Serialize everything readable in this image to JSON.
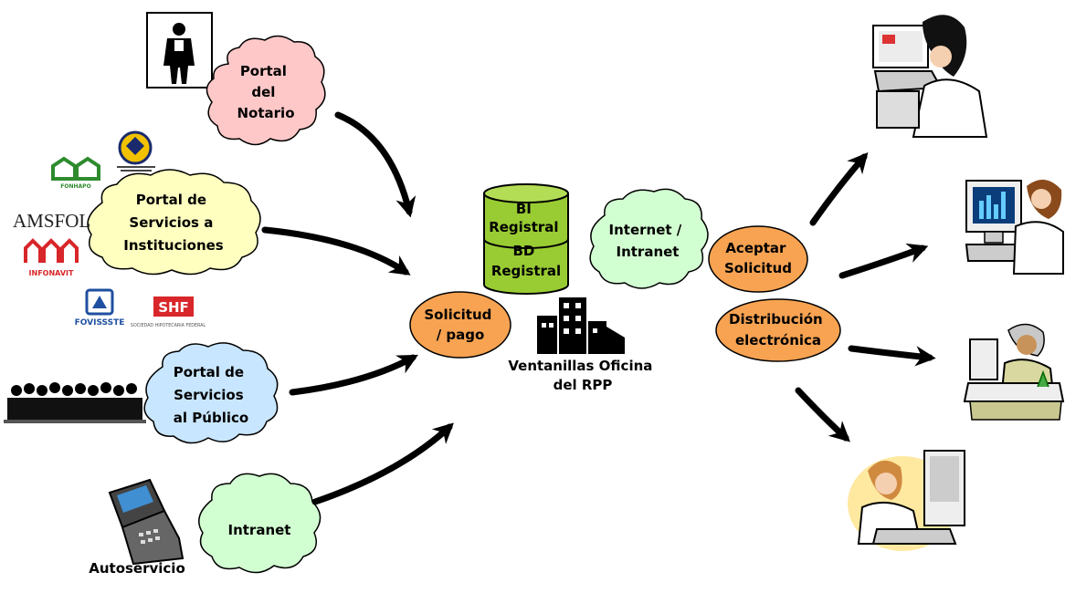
{
  "clouds": {
    "notario": {
      "lines": [
        "Portal",
        "del",
        "Notario"
      ]
    },
    "instituciones": {
      "lines": [
        "Portal de",
        "Servicios a",
        "Instituciones"
      ]
    },
    "publico": {
      "lines": [
        "Portal de",
        "Servicios",
        "al Público"
      ]
    },
    "intranet_left": {
      "lines": [
        "Intranet"
      ]
    },
    "internet_intranet": {
      "lines": [
        "Internet /",
        "Intranet"
      ]
    }
  },
  "ovals": {
    "solicitud": {
      "lines": [
        "Solicitud",
        "/ pago"
      ]
    },
    "aceptar": {
      "lines": [
        "Aceptar",
        "Solicitud"
      ]
    },
    "distribucion": {
      "lines": [
        "Distribución",
        "electrónica"
      ]
    }
  },
  "database": {
    "top": [
      "BI",
      "Registral"
    ],
    "bottom": [
      "BD",
      "Registral"
    ]
  },
  "ventanillas": {
    "lines": [
      "Ventanillas Oficina",
      "del RPP"
    ]
  },
  "autoservicio": {
    "label": "Autoservicio"
  },
  "logos": {
    "fonhapo": "FONHAPO",
    "amsfol": "AMSFOL",
    "infonavit": "INFONAVIT",
    "fovissste": "FOVISSSTE",
    "shf": "SHF",
    "shf_sub": "SOCIEDAD HIPOTECARIA FEDERAL"
  },
  "colors": {
    "cloud_pink": "#ffc8c8",
    "cloud_yellow": "#ffffc0",
    "cloud_blue": "#c8e6ff",
    "cloud_green": "#d2ffd2",
    "oval_orange": "#f7a352",
    "db_green": "#99cc33",
    "arrow": "#000000"
  }
}
